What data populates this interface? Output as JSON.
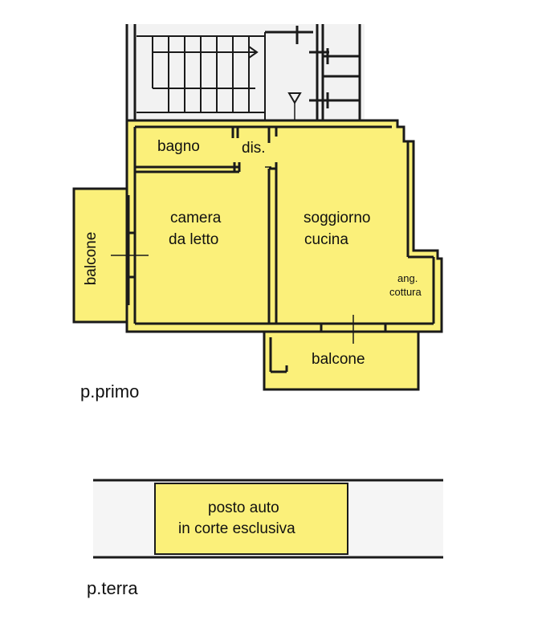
{
  "colors": {
    "fill": "#fbf07a",
    "line": "#1a1a1a",
    "background": "#ffffff",
    "stairs_bg": "#f2f2f2"
  },
  "rooms": {
    "bagno": "bagno",
    "dis": "dis.",
    "camera_line1": "camera",
    "camera_line2": "da letto",
    "soggiorno_line1": "soggiorno",
    "soggiorno_line2": "cucina",
    "ang_line1": "ang.",
    "ang_line2": "cottura",
    "balcone_left": "balcone",
    "balcone_bottom": "balcone"
  },
  "floors": {
    "first": "p.primo",
    "ground": "p.terra"
  },
  "parking": {
    "line1": "posto auto",
    "line2": "in corte esclusiva"
  }
}
